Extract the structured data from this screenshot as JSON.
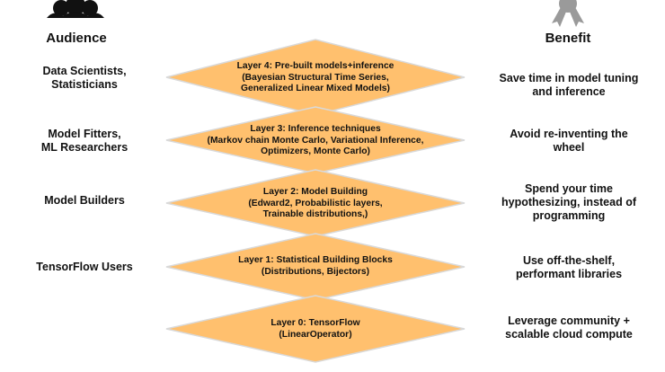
{
  "headers": {
    "audience": "Audience",
    "benefit": "Benefit"
  },
  "icons": {
    "audience": "people-group-icon",
    "benefit": "award-ribbon-icon"
  },
  "colors": {
    "layer_fill": "#FFC06E",
    "layer_stroke": "#d9d9d9",
    "icon": "#111111",
    "ribbon": "#999999"
  },
  "layers": [
    {
      "lines": [
        "Layer 4: Pre-built models+inference",
        "(Bayesian Structural Time Series,",
        "Generalized Linear Mixed Models)"
      ],
      "audience": [
        "Data Scientists,",
        "Statisticians"
      ],
      "benefit": [
        "Save time in model tuning",
        "and inference"
      ]
    },
    {
      "lines": [
        "Layer 3: Inference techniques",
        "(Markov chain Monte Carlo, Variational Inference,",
        "Optimizers, Monte Carlo)"
      ],
      "audience": [
        "Model Fitters,",
        "ML Researchers"
      ],
      "benefit": [
        "Avoid re-inventing the",
        "wheel"
      ]
    },
    {
      "lines": [
        "Layer 2: Model Building",
        "(Edward2, Probabilistic layers,",
        "Trainable distributions,)"
      ],
      "audience": [
        "Model Builders"
      ],
      "benefit": [
        "Spend your time",
        "hypothesizing, instead of",
        "programming"
      ]
    },
    {
      "lines": [
        "Layer 1: Statistical Building Blocks",
        "(Distributions, Bijectors)"
      ],
      "audience": [
        "TensorFlow Users"
      ],
      "benefit": [
        "Use off-the-shelf,",
        "performant libraries"
      ]
    },
    {
      "lines": [
        "Layer 0: TensorFlow",
        "(LinearOperator)"
      ],
      "audience": [],
      "benefit": [
        "Leverage community +",
        "scalable cloud compute"
      ]
    }
  ]
}
